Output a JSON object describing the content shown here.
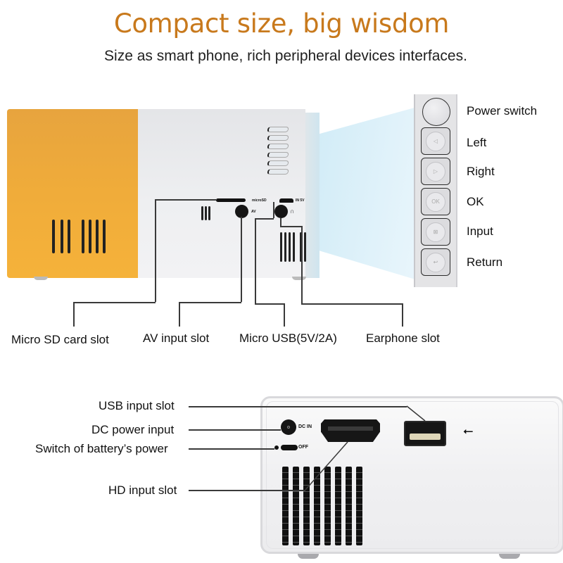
{
  "header": {
    "title": "Compact size, big wisdom",
    "subtitle": "Size as smart phone, rich peripheral devices interfaces."
  },
  "colors": {
    "title": "#c8791c",
    "orange_body": "#f0ac3a",
    "white_body": "#eeeff1",
    "beam": "#c8e8f5",
    "line": "#3a3a3a"
  },
  "top_device": {
    "port_markings": {
      "microsd": "microSD",
      "in5v": "IN 5V",
      "av": "AV",
      "earphone_icon": "headphone-icon"
    }
  },
  "button_panel": {
    "buttons": [
      {
        "label": "Power switch",
        "icon": "power-button"
      },
      {
        "label": "Left",
        "icon": "left-arrow-icon",
        "glyph": "◁"
      },
      {
        "label": "Right",
        "icon": "right-arrow-icon",
        "glyph": "▷"
      },
      {
        "label": "OK",
        "icon": "ok-icon",
        "glyph": "OK"
      },
      {
        "label": "Input",
        "icon": "input-source-icon",
        "glyph": "⊠"
      },
      {
        "label": "Return",
        "icon": "return-icon",
        "glyph": "↩"
      }
    ]
  },
  "top_ports": [
    {
      "label": "Micro SD card slot"
    },
    {
      "label": "AV input slot"
    },
    {
      "label": "Micro USB(5V/2A)"
    },
    {
      "label": "Earphone slot"
    }
  ],
  "rear_device": {
    "markings": {
      "dc_in": "DC IN",
      "off": "OFF",
      "usb_symbol": "⭠"
    },
    "ports": [
      {
        "label": "USB input slot"
      },
      {
        "label": "DC power input"
      },
      {
        "label": "Switch of battery’s power"
      },
      {
        "label": "HD input slot"
      }
    ]
  }
}
